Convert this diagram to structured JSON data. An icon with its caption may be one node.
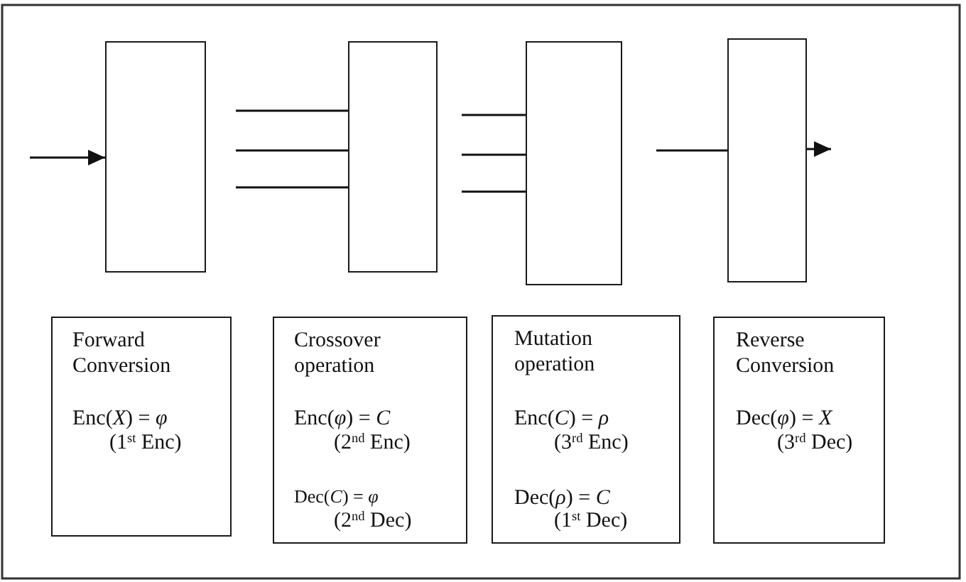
{
  "diagram": {
    "nodes": [
      {
        "text": [],
        "shape": "box"
      },
      {
        "text": [],
        "shape": "box"
      },
      {
        "text": [],
        "shape": "box"
      },
      {
        "text": [],
        "shape": "box"
      },
      {
        "text": [
          "Forward Conversion",
          "Enc(*X*) = *φ*",
          "(1$^{st}$ Enc)"
        ]
      },
      {
        "text": [
          "Crossover operation",
          "Enc(*φ*) = *C*",
          "(2$^{nd}$ Enc)",
          "Dec(*C*) = *φ*",
          "(2$^{nd}$ Dec)"
        ]
      },
      {
        "text": [
          "Mutation operation",
          "Enc(*C*) = *ρ*",
          "(3$^{rd}$ Enc)",
          "Dec(*ρ*) = *C*",
          "(1$^{st}$ Dec)"
        ]
      },
      {
        "text": [
          "Reverse Conversion",
          "Dec(*φ*) = *X*",
          "(3$^{rd}$ Dec)"
        ]
      }
    ],
    "edges": [
      {
        "from": null,
        "to": 0,
        "arrow": "to"
      },
      {
        "from": null,
        "to": 1,
        "arrow": "none"
      },
      {
        "from": null,
        "to": 1,
        "arrow": "none"
      },
      {
        "from": null,
        "to": 1,
        "arrow": "none"
      },
      {
        "from": null,
        "to": 2,
        "arrow": "none"
      },
      {
        "from": null,
        "to": 2,
        "arrow": "none"
      },
      {
        "from": null,
        "to": 2,
        "arrow": "none"
      },
      {
        "from": null,
        "to": 3,
        "arrow": "none"
      },
      {
        "from": 3,
        "to": null,
        "arrow": "to"
      }
    ]
  }
}
